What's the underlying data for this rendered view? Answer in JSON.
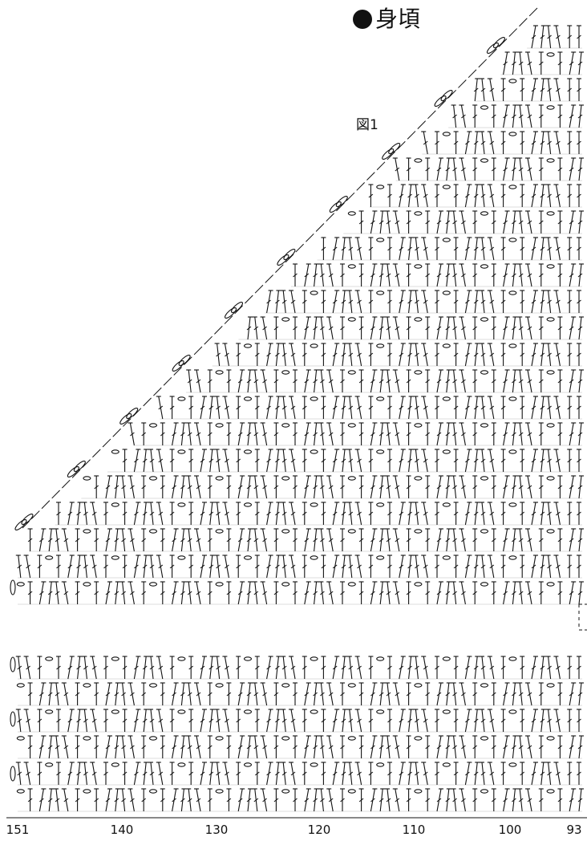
{
  "title": "身頃",
  "figure_label": "図1",
  "stitch_numbers": [
    "151",
    "140",
    "130",
    "120",
    "110",
    "100",
    "93"
  ],
  "colors": {
    "ink": "#111111",
    "background": "#ffffff"
  },
  "icons": {
    "title_marker": "black-circle-bullet"
  }
}
